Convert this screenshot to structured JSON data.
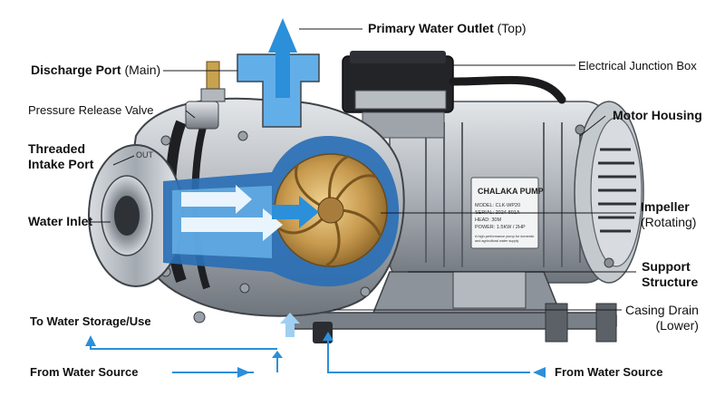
{
  "labels": {
    "primary_outlet": {
      "main": "Primary Water Outlet",
      "sub": "(Top)"
    },
    "discharge_port": {
      "main": "Discharge Port",
      "sub": "(Main)"
    },
    "pressure_valve": "Pressure Release Valve",
    "threaded_intake": {
      "line1": "Threaded",
      "line2": "Intake Port"
    },
    "water_inlet": "Water Inlet",
    "to_storage": "To Water Storage/Use",
    "from_source_left": "From Water Source",
    "from_source_right": "From Water Source",
    "junction_box": "Electrical Junction Box",
    "motor_housing": "Motor Housing",
    "impeller": {
      "line1": "Impeller",
      "line2": "(Rotating)"
    },
    "support": {
      "line1": "Support",
      "line2": "Structure"
    },
    "casing_drain": {
      "line1": "Casing Drain",
      "line2": "(Lower)"
    }
  },
  "nameplate": {
    "brand": "CHALAKA PUMP",
    "model": "MODEL: CLK-WP20",
    "serial": "SERIAL: 2024-801A",
    "head": "HEAD:    30M",
    "power": "POWER: 1.5KW / 2HP",
    "note1": "A high-performance pump for domestic",
    "note2": "and agricultural water supply"
  },
  "casing_mark": "OUT",
  "colors": {
    "water": "#3f8fd6",
    "water_light": "#9fd0f2",
    "arrow": "#2b8fd9",
    "metal": "#b9bec4",
    "metal_dark": "#6b7178",
    "impeller": "#c9a15a",
    "box": "#1f1f22",
    "leader": "#1a1a1a"
  }
}
